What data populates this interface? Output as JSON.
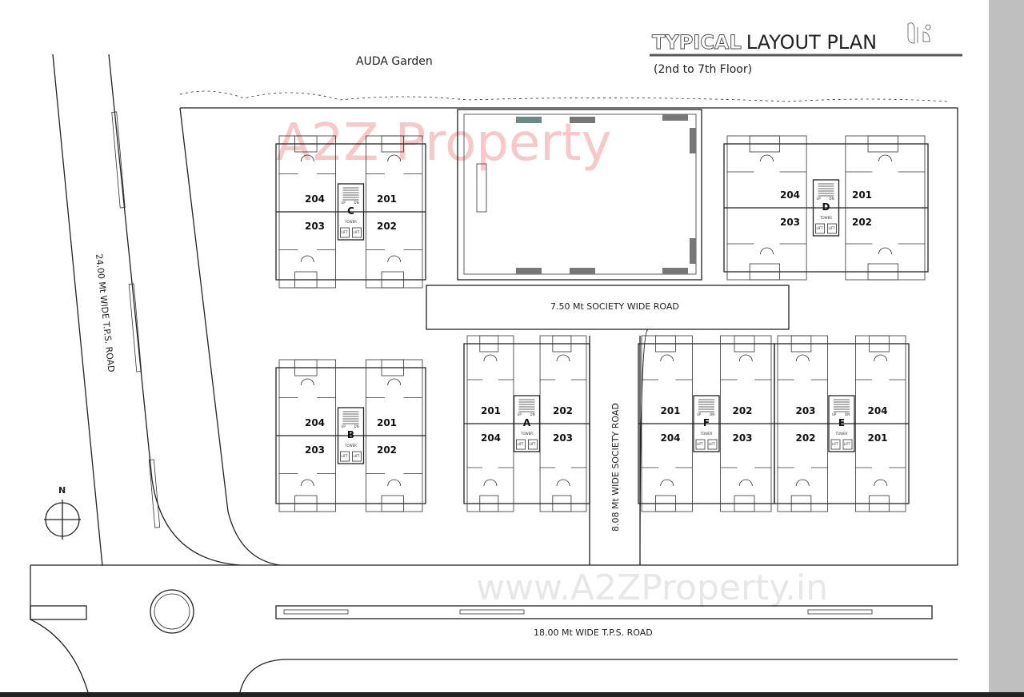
{
  "title": {
    "highlight": "TYPICAL",
    "rest": "LAYOUT PLAN",
    "subtitle": "(2nd to 7th Floor)"
  },
  "labels": {
    "garden": "AUDA Garden",
    "society_road": "7.50 Mt SOCIETY WIDE ROAD",
    "west_road": "24.00 Mt WIDE T.P.S. ROAD",
    "inner_road": "8.08 Mt WIDE SOCIETY  ROAD",
    "south_road": "18.00 Mt WIDE T.P.S. ROAD",
    "north": "N"
  },
  "watermarks": {
    "logo": "A2Z Property",
    "url": "www.A2ZProperty.in"
  },
  "core_labels": {
    "tower": "TOWER",
    "lift": "LIFT",
    "up": "UP",
    "dn": "DN"
  },
  "towers": [
    {
      "id": "C",
      "units": [
        "204",
        "201",
        "203",
        "202"
      ]
    },
    {
      "id": "D",
      "units": [
        "204",
        "201",
        "203",
        "202"
      ]
    },
    {
      "id": "B",
      "units": [
        "204",
        "201",
        "203",
        "202"
      ]
    },
    {
      "id": "A",
      "units": [
        "201",
        "202",
        "204",
        "203"
      ]
    },
    {
      "id": "F",
      "units": [
        "201",
        "202",
        "204",
        "203"
      ]
    },
    {
      "id": "E",
      "units": [
        "203",
        "204",
        "202",
        "201"
      ]
    }
  ],
  "colors": {
    "line": "#222222",
    "watermark_red": "#f4a3a3",
    "watermark_green": "#b9e3a0",
    "watermark_blue": "#a9c6ee"
  }
}
